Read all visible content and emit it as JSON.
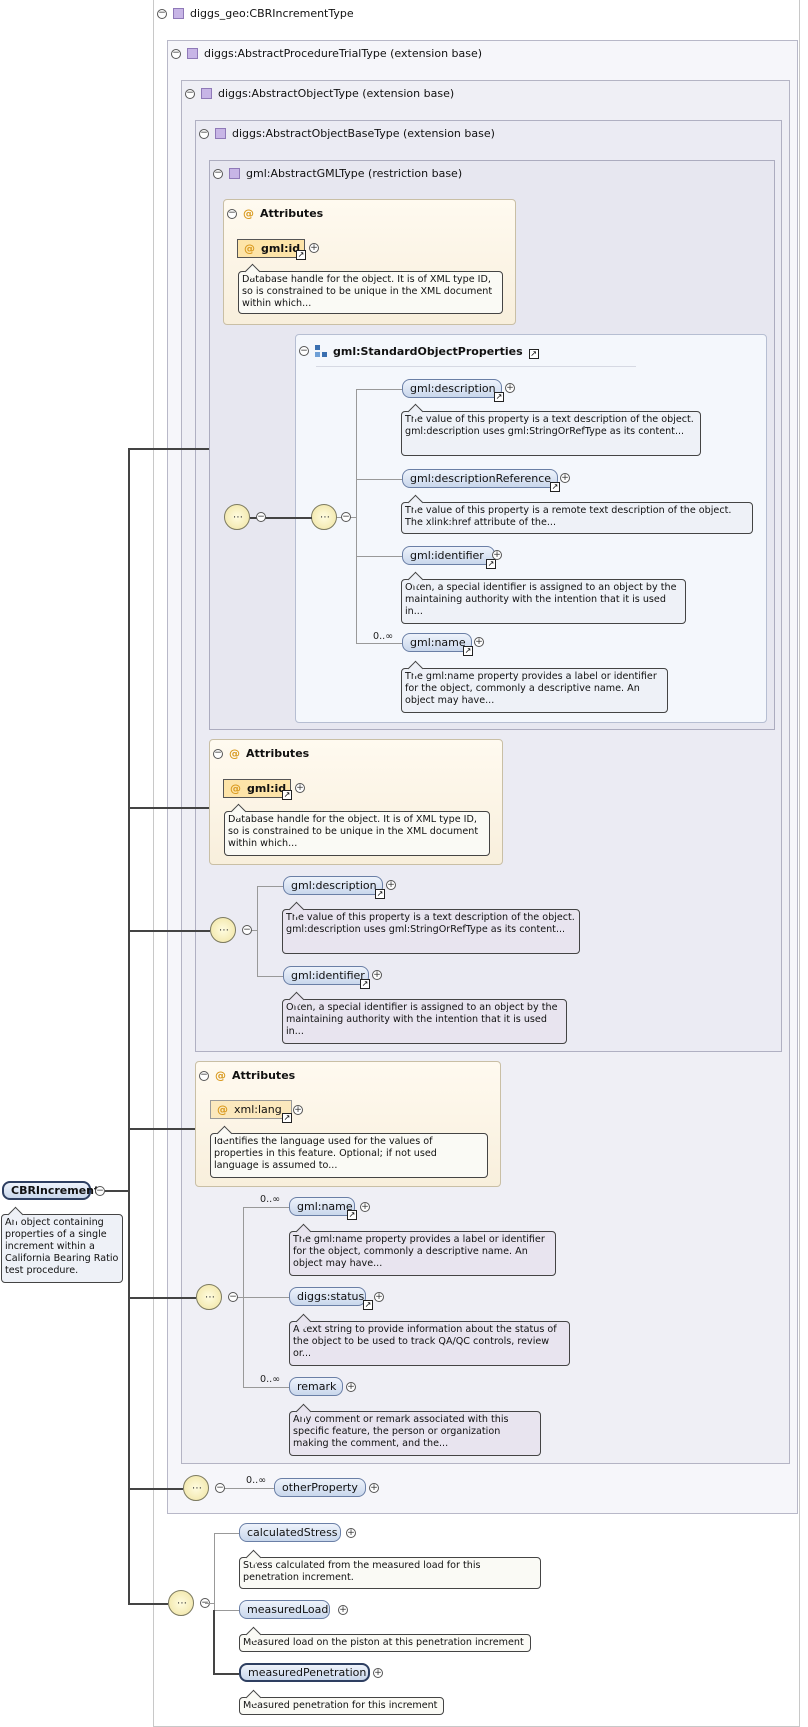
{
  "root": {
    "label": "CBRIncrement",
    "doc": "An object containing properties of a single increment within a California Bearing Ratio test procedure."
  },
  "frames": {
    "cbr_type": "diggs_geo:CBRIncrementType",
    "procedure_trial": "diggs:AbstractProcedureTrialType (extension base)",
    "object_type": "diggs:AbstractObjectType (extension base)",
    "object_base": "diggs:AbstractObjectBaseType (extension base)",
    "gml_type": "gml:AbstractGMLType (restriction base)"
  },
  "attributes_heading": "Attributes",
  "gml_attrs": {
    "gml_id": "gml:id",
    "gml_id_doc": "Database handle for the object. It is of XML type ID, so is constrained to be unique in the XML document within which..."
  },
  "standard_props": {
    "label": "gml:StandardObjectProperties",
    "items": [
      {
        "label": "gml:description",
        "doc": "The value of this property is a text description of the object. gml:description uses gml:StringOrRefType as its content..."
      },
      {
        "label": "gml:descriptionReference",
        "doc": "The value of this property is a remote text description of the object. The xlink:href attribute of the..."
      },
      {
        "label": "gml:identifier",
        "doc": "Often, a special identifier is assigned to an object by the maintaining authority with the intention that it is used in..."
      },
      {
        "label": "gml:name",
        "doc": "The gml:name property provides a label or identifier for the object, commonly a descriptive name. An object may have...",
        "card": "0..∞"
      }
    ]
  },
  "base_attrs": {
    "gml_id": "gml:id",
    "gml_id_doc": "Database handle for the object. It is of XML type ID, so is constrained to be unique in the XML document within which..."
  },
  "base_seq": [
    {
      "label": "gml:description",
      "doc": "The value of this property is a text description of the object. gml:description uses gml:StringOrRefType as its content..."
    },
    {
      "label": "gml:identifier",
      "doc": "Often, a special identifier is assigned to an object by the maintaining authority with the intention that it is used in..."
    }
  ],
  "object_attrs": {
    "lang": "xml:lang",
    "lang_doc": "Identifies the language used for the values of properties in this feature. Optional; if not used language is assumed to..."
  },
  "object_seq": [
    {
      "label": "gml:name",
      "doc": "The gml:name property provides a label or identifier for the object, commonly a descriptive name. An object may have...",
      "card": "0..∞"
    },
    {
      "label": "diggs:status",
      "doc": "A text string to provide information about the status of the object to be used to track QA/QC controls, review or..."
    },
    {
      "label": "remark",
      "doc": "Any comment or remark associated with this specific feature, the person or organization making the comment, and the...",
      "card": "0..∞"
    }
  ],
  "trial_seq": {
    "label": "otherProperty",
    "card": "0..∞"
  },
  "cbr_seq": [
    {
      "label": "calculatedStress",
      "doc": "Stress calculated from the measured load for this penetration increment."
    },
    {
      "label": "measuredLoad",
      "doc": "Measured load on the piston at this penetration increment"
    },
    {
      "label": "measuredPenetration",
      "doc": "Measured penetration for this increment"
    }
  ],
  "glyphs": {
    "minus": "−",
    "plus": "+",
    "at": "@",
    "ref": "↗"
  },
  "icons": [
    "type-icon",
    "group-icon",
    "sequence-icon",
    "collapse-icon",
    "expand-icon",
    "reference-icon"
  ]
}
